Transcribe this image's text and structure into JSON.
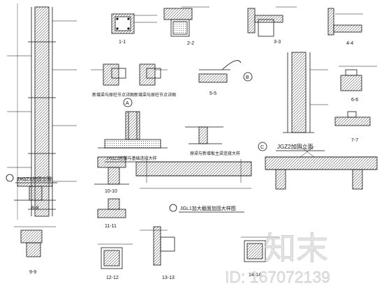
{
  "sections": {
    "s1": "1-1",
    "s2": "2-2",
    "s3": "3-3",
    "s4": "4-4",
    "s5": "5-5",
    "s6": "6-6",
    "s7": "7-7",
    "s8": "8-8",
    "s9": "9-9",
    "s10": "10-10",
    "s11": "11-11",
    "s12": "12-12",
    "s13": "13-13",
    "s14": "14-14"
  },
  "callouts": {
    "a": "A",
    "b": "B",
    "c": "C"
  },
  "titles": {
    "new_beam_column_a": "新增梁与原柱节点详图",
    "new_beam_column_b": "新增梁与原柱节点详图",
    "jxgz1_elev": "JXGZ1加固立面",
    "jxgz1_base": "JXGZ1柱脚与基础连接大样",
    "beam_slab_connect": "原梁与新增板主梁连接大样",
    "jgz2_elev": "JGZ2加固立面",
    "jgl1_detail": "JGL1加大截面加固大样图"
  },
  "watermark": {
    "logo_text": "知末",
    "id_text": "ID: 167072139"
  },
  "colors": {
    "ink": "#111111",
    "hatch": "#555555",
    "paper": "#ffffff",
    "watermark": "#d9d9d9"
  }
}
